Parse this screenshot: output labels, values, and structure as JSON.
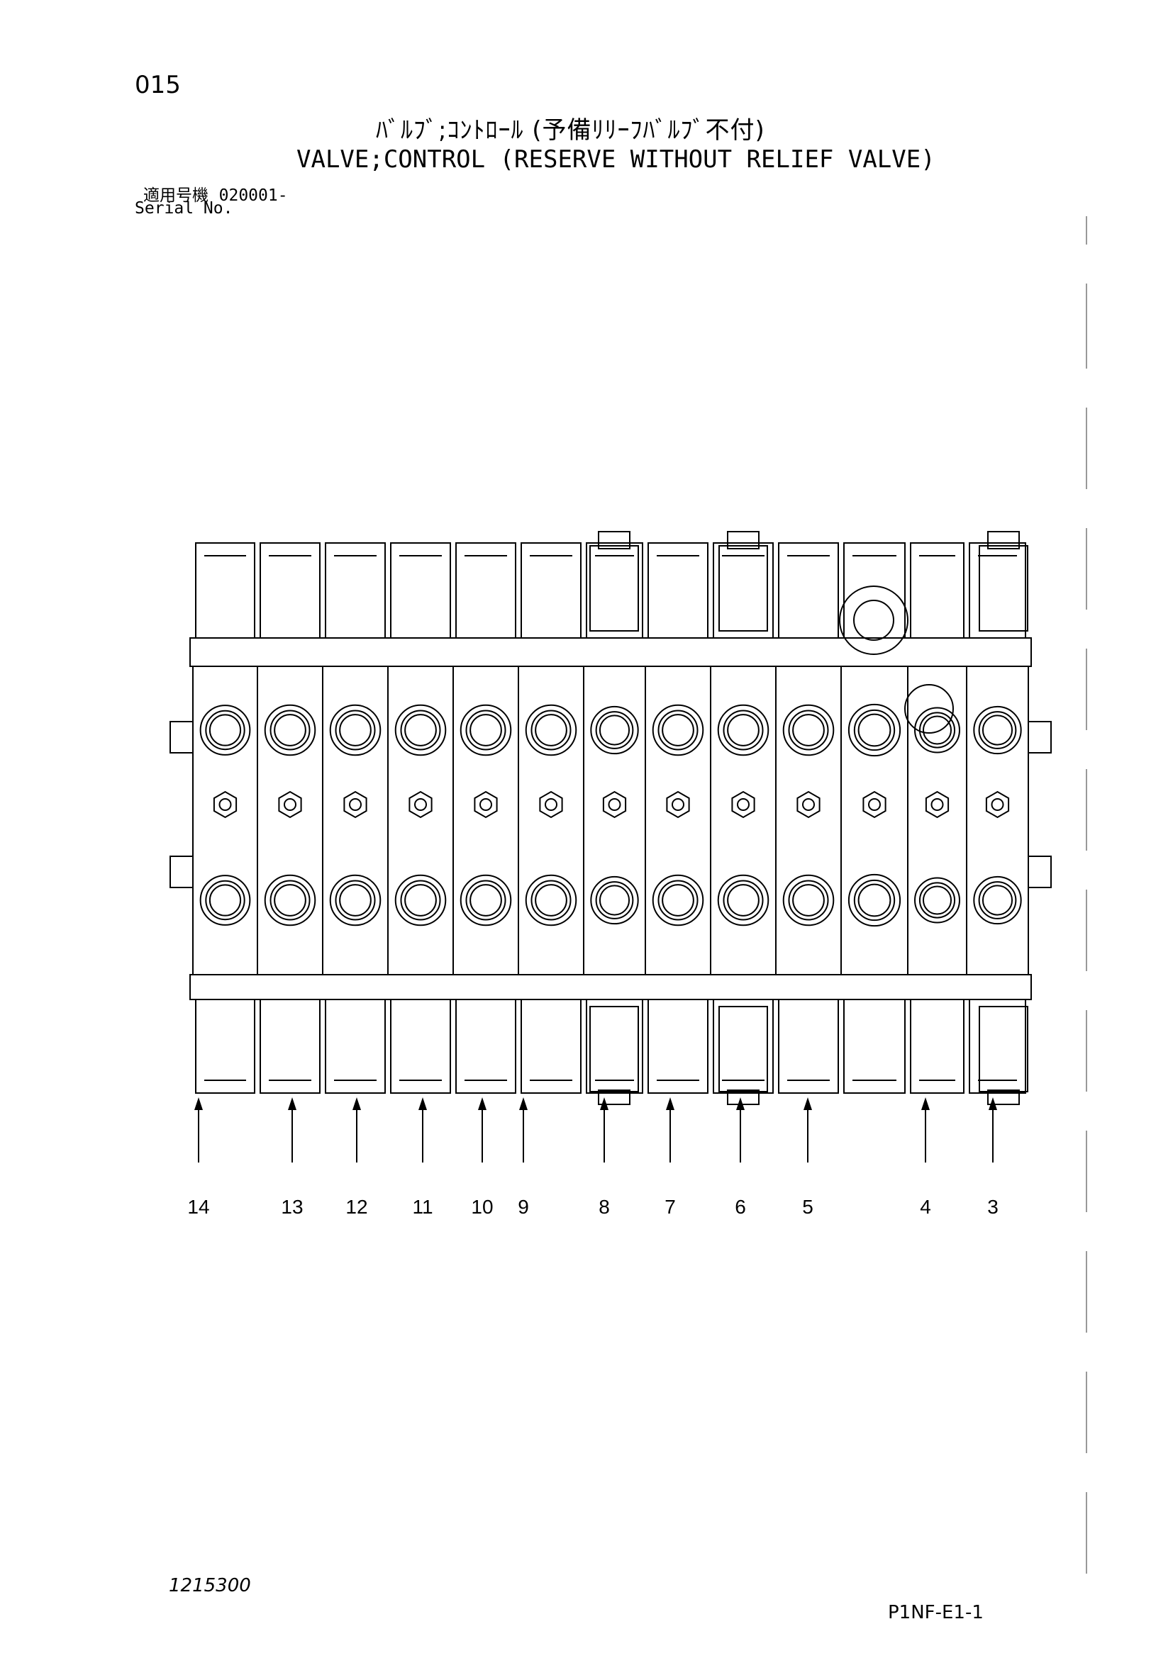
{
  "header": {
    "page_number": "015",
    "title_ja": "ﾊﾞﾙﾌﾞ;ｺﾝﾄﾛｰﾙ (予備ﾘﾘｰﾌﾊﾞﾙﾌﾞ不付)",
    "title_en": "VALVE;CONTROL (RESERVE WITHOUT RELIEF VALVE)",
    "serial_label_ja": "適用号機",
    "serial_value": "020001-",
    "serial_label_en": "Serial No."
  },
  "diagram": {
    "part_labels": [
      {
        "id": "p14",
        "text": "14"
      },
      {
        "id": "p13",
        "text": "13"
      },
      {
        "id": "p12",
        "text": "12"
      },
      {
        "id": "p11",
        "text": "11"
      },
      {
        "id": "p10",
        "text": "10"
      },
      {
        "id": "p9",
        "text": "9"
      },
      {
        "id": "p8",
        "text": "8"
      },
      {
        "id": "p7",
        "text": "7"
      },
      {
        "id": "p6",
        "text": "6"
      },
      {
        "id": "p5",
        "text": "5"
      },
      {
        "id": "p4",
        "text": "4"
      },
      {
        "id": "p3",
        "text": "3"
      }
    ]
  },
  "footer": {
    "drawing_number": "1215300",
    "page_code": "P1NF-E1-1"
  }
}
